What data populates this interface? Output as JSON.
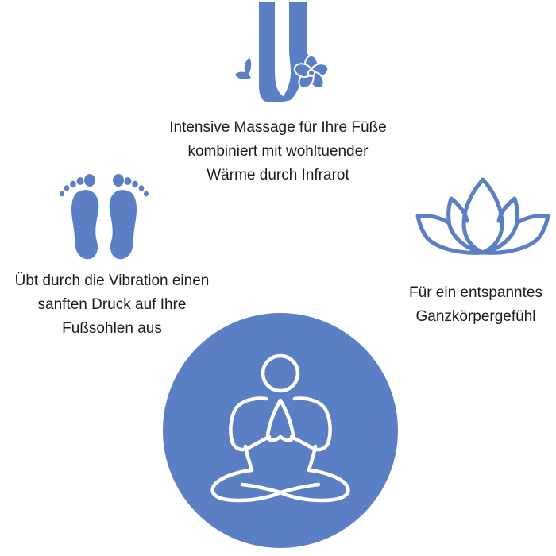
{
  "colors": {
    "accent": "#5b7fc4",
    "text": "#1c1c1c",
    "background": "#ffffff",
    "icon_line_white": "#ffffff"
  },
  "icons": {
    "top": "legs-with-flower-icon",
    "left": "footprints-icon",
    "right": "lotus-flower-icon",
    "center": "meditation-person-icon"
  },
  "captions": {
    "top": {
      "line1": "Intensive Massage für Ihre Füße",
      "line2": "kombiniert mit wohltuender",
      "line3": "Wärme durch Infrarot"
    },
    "left": {
      "line1": "Übt durch die Vibration einen",
      "line2": "sanften Druck auf Ihre",
      "line3": "Fußsohlen aus"
    },
    "right": {
      "line1": "Für ein entspanntes",
      "line2": "Ganzkörpergefühl"
    }
  }
}
